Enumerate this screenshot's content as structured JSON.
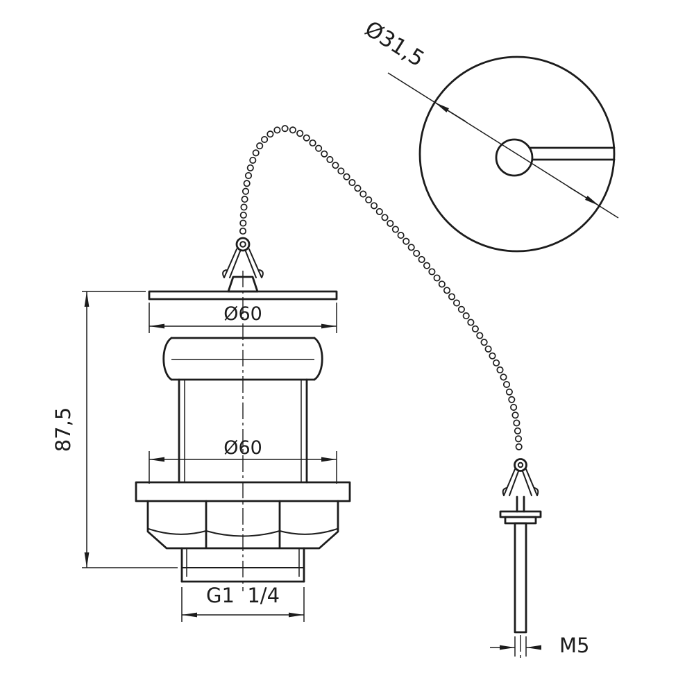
{
  "page": {
    "background": "#ffffff",
    "line_color": "#1c1c1c"
  },
  "views": {
    "plug_top_view": {
      "diameter_label": "Ø31,5"
    },
    "body_front_view": {
      "flange_diameter_label": "Ø60",
      "body_diameter_label": "Ø60",
      "overall_height_label": "87,5",
      "thread_label": "G1  1/4"
    },
    "plug_side_view": {
      "stem_thread_label": "M5"
    }
  }
}
